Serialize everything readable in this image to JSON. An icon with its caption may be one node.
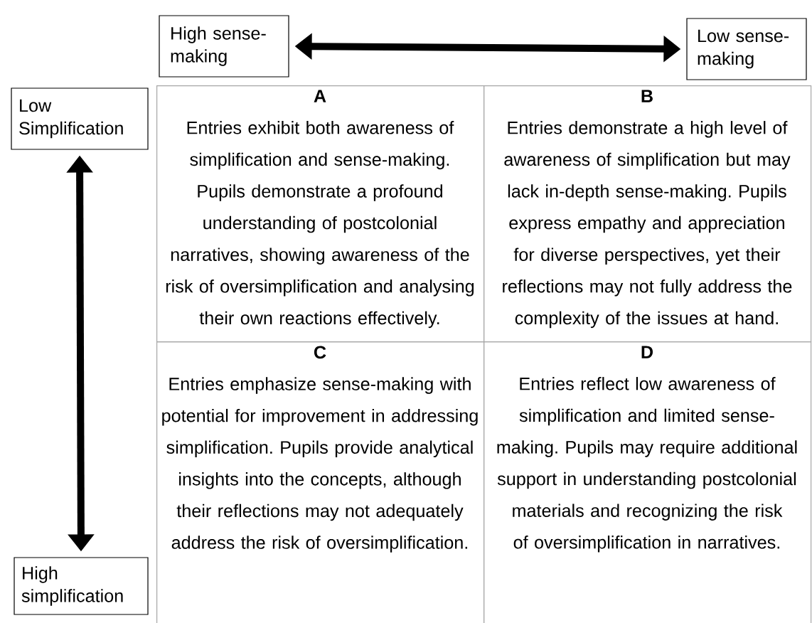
{
  "diagram": {
    "nodes": [
      {
        "text": [
          "High sense-making"
        ]
      },
      {
        "text": [
          "Low sense-making"
        ]
      },
      {
        "text": [
          "Low Simplification"
        ]
      },
      {
        "text": [
          "High simplification"
        ]
      },
      {
        "text": [
          "A",
          "Entries exhibit both awareness of simplification and sense-making. Pupils demonstrate a profound understanding of postcolonial narratives, showing awareness of the risk of oversimplification and analysing their own reactions effectively."
        ]
      },
      {
        "text": [
          "B",
          "Entries demonstrate a high level of awareness of simplification but may lack in-depth sense-making. Pupils express empathy and appreciation for diverse perspectives, yet their reflections may not fully address the complexity of the issues at hand."
        ]
      },
      {
        "text": [
          "C",
          "Entries emphasize sense-making with potential for improvement in addressing simplification. Pupils provide analytical insights into the concepts, although their reflections may not adequately address the risk of oversimplification."
        ]
      },
      {
        "text": [
          "D",
          "Entries reflect low awareness of simplification and limited sense-making. Pupils may require additional support in understanding postcolonial materials and recognizing the risk of oversimplification in narratives."
        ]
      }
    ],
    "edges": [
      {
        "from": 0,
        "to": 1,
        "arrow": "both"
      },
      {
        "from": 2,
        "to": 3,
        "arrow": "both"
      }
    ]
  }
}
